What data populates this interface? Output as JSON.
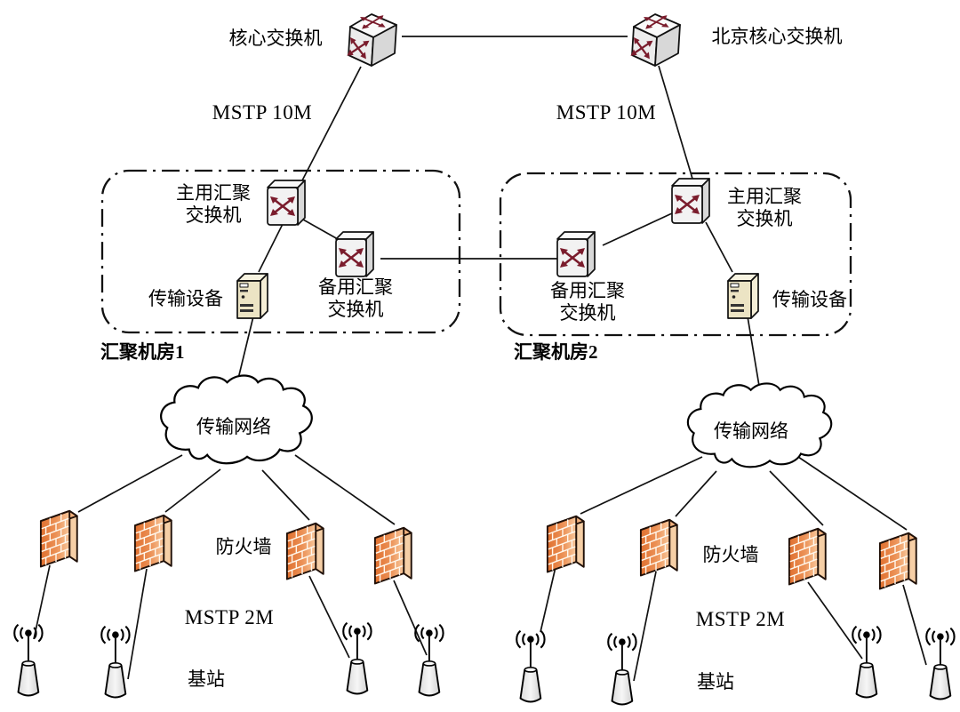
{
  "labels": {
    "core_switch_left": "核心交换机",
    "core_switch_right": "北京核心交换机",
    "mstp_10m": "MSTP 10M",
    "primary_agg": "主用汇聚\n交换机",
    "backup_agg": "备用汇聚\n交换机",
    "transmission_device": "传输设备",
    "room1": "汇聚机房1",
    "room2": "汇聚机房2",
    "cloud": "传输网络",
    "firewall": "防火墙",
    "mstp_2m": "MSTP 2M",
    "base_station": "基站"
  },
  "colors": {
    "line": "#111111",
    "switch_arrow": "#7a1c2c",
    "switch_face": "#f2f2f2",
    "firewall_face": "#e8834a",
    "firewall_highlight": "#f6cfa6",
    "server_face": "#ece4c4",
    "cloud_fill": "#ffffff"
  },
  "topology": {
    "core_link": [
      "核心交换机",
      "北京核心交换机"
    ],
    "core_uplink_bandwidth": "MSTP 10M",
    "base_station_link_bandwidth": "MSTP 2M",
    "regions": [
      {
        "room": "汇聚机房1",
        "devices": [
          "主用汇聚交换机",
          "备用汇聚交换机",
          "传输设备"
        ],
        "cloud": "传输网络",
        "firewalls": 4,
        "base_stations": 4
      },
      {
        "room": "汇聚机房2",
        "devices": [
          "主用汇聚交换机",
          "备用汇聚交换机",
          "传输设备"
        ],
        "cloud": "传输网络",
        "firewalls": 4,
        "base_stations": 4
      }
    ],
    "cross_links": [
      "备用汇聚交换机(机房1) — 备用汇聚交换机(机房2)"
    ]
  }
}
